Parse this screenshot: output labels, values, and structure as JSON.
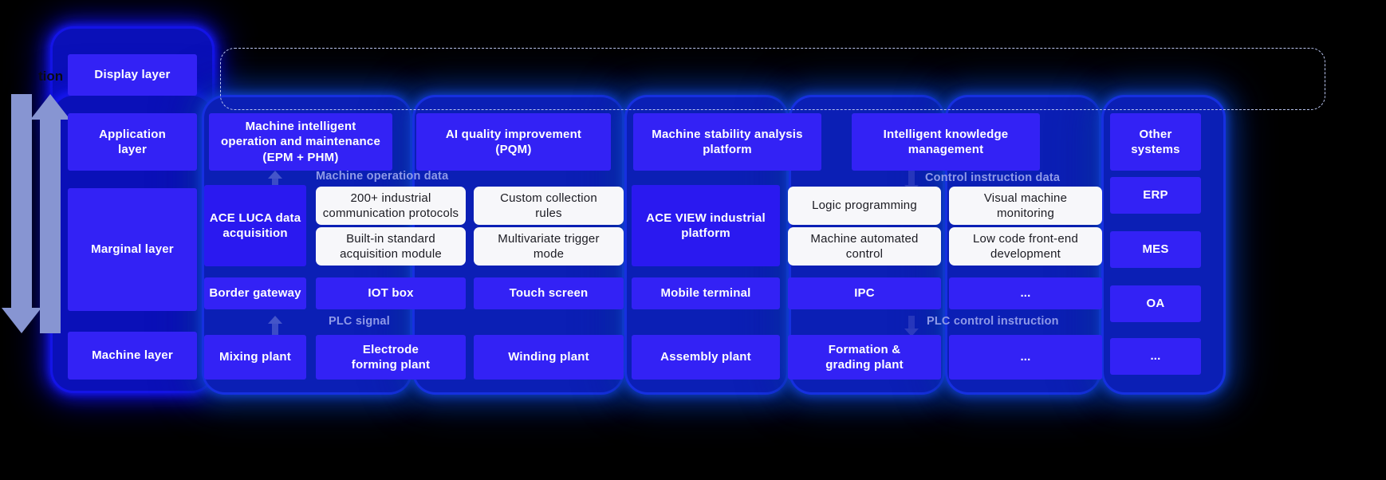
{
  "diagram": {
    "title_fragment": "tion",
    "layers": [
      {
        "id": "display",
        "label": "Display layer"
      },
      {
        "id": "application",
        "label": "Application\nlayer"
      },
      {
        "id": "marginal",
        "label": "Marginal layer"
      },
      {
        "id": "machine",
        "label": "Machine layer"
      }
    ],
    "application_row": [
      {
        "label": "Machine intelligent\noperation and maintenance\n(EPM + PHM)"
      },
      {
        "label": "AI quality improvement\n(PQM)"
      },
      {
        "label": "Machine stability analysis\nplatform"
      },
      {
        "label": "Intelligent knowledge\nmanagement"
      }
    ],
    "marginal_platforms": [
      {
        "label": "ACE LUCA data\nacquisition"
      },
      {
        "label": "ACE VIEW industrial\nplatform"
      }
    ],
    "marginal_features_left": [
      {
        "label": "200+ industrial\ncommunication protocols"
      },
      {
        "label": "Custom collection\nrules"
      },
      {
        "label": "Built-in standard\nacquisition module"
      },
      {
        "label": "Multivariate trigger\nmode"
      }
    ],
    "marginal_features_right": [
      {
        "label": "Logic programming"
      },
      {
        "label": "Visual machine\nmonitoring"
      },
      {
        "label": "Machine automated\ncontrol"
      },
      {
        "label": "Low code front-end\ndevelopment"
      }
    ],
    "device_row": [
      {
        "label": "Border gateway"
      },
      {
        "label": "IOT box"
      },
      {
        "label": "Touch screen"
      },
      {
        "label": "Mobile terminal"
      },
      {
        "label": "IPC"
      },
      {
        "label": "..."
      }
    ],
    "machine_row": [
      {
        "label": "Mixing plant"
      },
      {
        "label": "Electrode\nforming plant"
      },
      {
        "label": "Winding plant"
      },
      {
        "label": "Assembly plant"
      },
      {
        "label": "Formation &\ngrading plant"
      },
      {
        "label": "..."
      }
    ],
    "side_column": [
      {
        "label": "Other\nsystems"
      },
      {
        "label": "ERP"
      },
      {
        "label": "MES"
      },
      {
        "label": "OA"
      },
      {
        "label": "..."
      }
    ],
    "flow_labels": [
      {
        "id": "machine-operation-data",
        "label": "Machine operation data"
      },
      {
        "id": "control-instruction-data",
        "label": "Control instruction data"
      },
      {
        "id": "plc-signal",
        "label": "PLC signal"
      },
      {
        "id": "plc-control-instruction",
        "label": "PLC control instruction"
      }
    ],
    "colors": {
      "background": "#000000",
      "card_blue": "#3322f5",
      "card_white": "#f7f7fa",
      "glow_blue": "#1414e6",
      "flow_label": "#8f9ae8",
      "arrow": "#8795d2",
      "dashed_border": "#b9c4ee"
    }
  }
}
